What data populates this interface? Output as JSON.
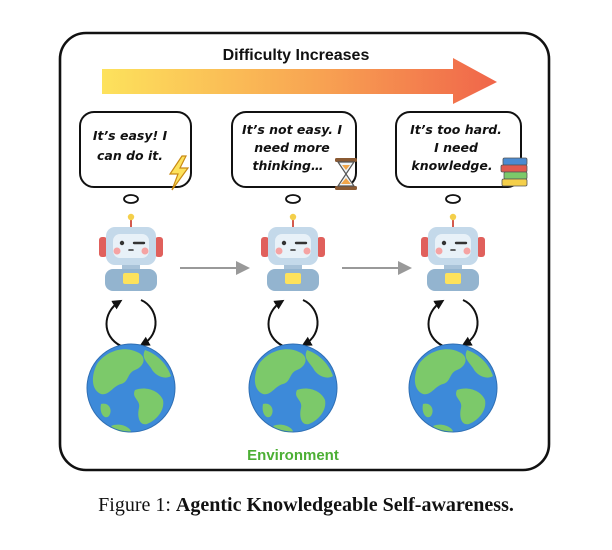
{
  "figure": {
    "title": "Difficulty Increases",
    "environment_label": "Environment",
    "caption_prefix": "Figure 1: ",
    "caption_bold": "Agentic Knowledgeable Self-awareness."
  },
  "stages": [
    {
      "line1": "It’s easy! I",
      "line2": "can do it.",
      "line3": "",
      "icon": "lightning-icon"
    },
    {
      "line1": "It’s not easy. I",
      "line2": "need more",
      "line3": "thinking…",
      "icon": "hourglass-icon"
    },
    {
      "line1": "It’s too hard.",
      "line2": "I need",
      "line3": "knowledge.",
      "icon": "books-icon"
    }
  ],
  "colors": {
    "frame": "#111111",
    "arrow_start": "#fde25c",
    "arrow_end": "#f0654a",
    "robot_head": "#c4d9ea",
    "robot_body": "#93b4cf",
    "robot_ear": "#e0605c",
    "earth_ocean": "#3d8ad9",
    "earth_land": "#7cc96a",
    "environment_text": "#4caf34"
  }
}
